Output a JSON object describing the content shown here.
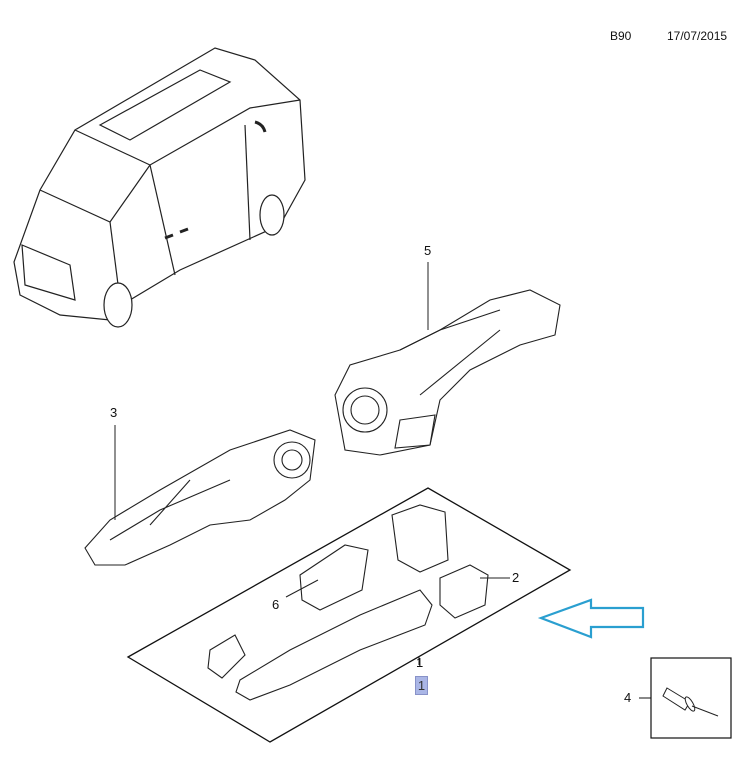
{
  "header": {
    "code": "B90",
    "date": "17/07/2015"
  },
  "callouts": {
    "handle": "1",
    "handle_highlighted": "1",
    "end_cap": "2",
    "rear_carrier": "3",
    "rivet": "4",
    "front_carrier": "5",
    "seal": "6"
  },
  "colors": {
    "arrow": "#2a9fd0",
    "highlight": "#aab6e6",
    "line": "#111111"
  }
}
